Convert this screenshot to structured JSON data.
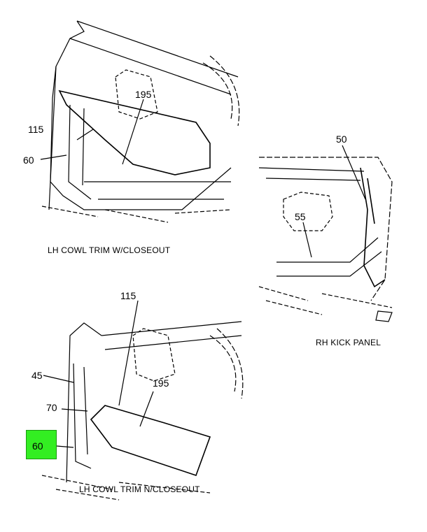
{
  "views": [
    {
      "caption": "LH COWL TRIM W/CLOSEOUT",
      "callouts": [
        "195",
        "115",
        "60"
      ]
    },
    {
      "caption": "RH KICK PANEL",
      "callouts": [
        "50",
        "55"
      ]
    },
    {
      "caption": "LH COWL TRIM N/CLOSEOUT",
      "callouts": [
        "115",
        "45",
        "195",
        "70",
        "60"
      ]
    }
  ],
  "highlight": {
    "label": "60",
    "color": "#33ee22"
  }
}
